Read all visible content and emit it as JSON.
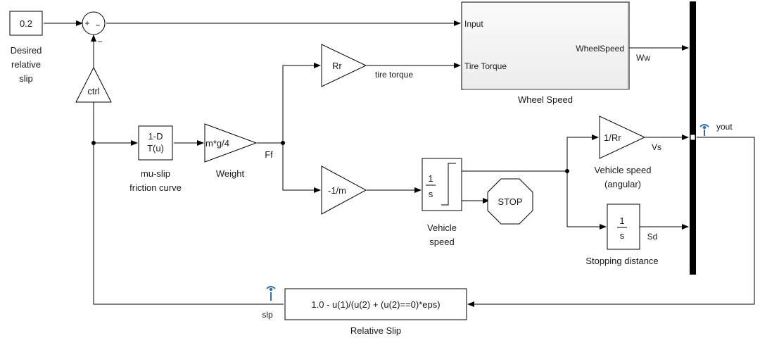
{
  "blocks": {
    "desired_slip": {
      "value": "0.2",
      "label_lines": [
        "Desired",
        "relative",
        "slip"
      ]
    },
    "sum": {
      "plus": "+",
      "minus": "−",
      "bottom_minus": "−"
    },
    "ctrl": {
      "text": "ctrl"
    },
    "lookup": {
      "line1": "1-D",
      "line2": "T(u)",
      "label_lines": [
        "mu-slip",
        "friction curve"
      ]
    },
    "weight": {
      "text": "m*g/4",
      "label": "Weight"
    },
    "rr_gain": {
      "text": "Rr"
    },
    "neg_inv_m": {
      "text": "-1/m"
    },
    "wheel_speed": {
      "port_input": "Input",
      "port_tire_torque": "Tire Torque",
      "port_out": "WheelSpeed",
      "label": "Wheel Speed"
    },
    "integrator_vehicle": {
      "num": "1",
      "den": "s",
      "label_lines": [
        "Vehicle",
        "speed"
      ]
    },
    "stop": {
      "text": "STOP"
    },
    "inv_rr": {
      "text": "1/Rr",
      "label_lines": [
        "Vehicle speed",
        "(angular)"
      ]
    },
    "integrator_distance": {
      "num": "1",
      "den": "s",
      "label": "Stopping distance"
    },
    "relative_slip": {
      "expression": "1.0 - u(1)/(u(2) + (u(2)==0)*eps)",
      "label": "Relative Slip"
    }
  },
  "signals": {
    "ff": "Ff",
    "tire_torque": "tire torque",
    "ww": "Ww",
    "vs": "Vs",
    "sd": "Sd",
    "yout": "yout",
    "slp": "slp"
  },
  "icons": [
    "signal-probe-icon",
    "stop-sign-icon"
  ],
  "colors": {
    "probe": "#2f6fb0",
    "block_fill": "#ffffff",
    "wheel_speed_fill": "#f4f4f4",
    "wire": "#000000"
  }
}
